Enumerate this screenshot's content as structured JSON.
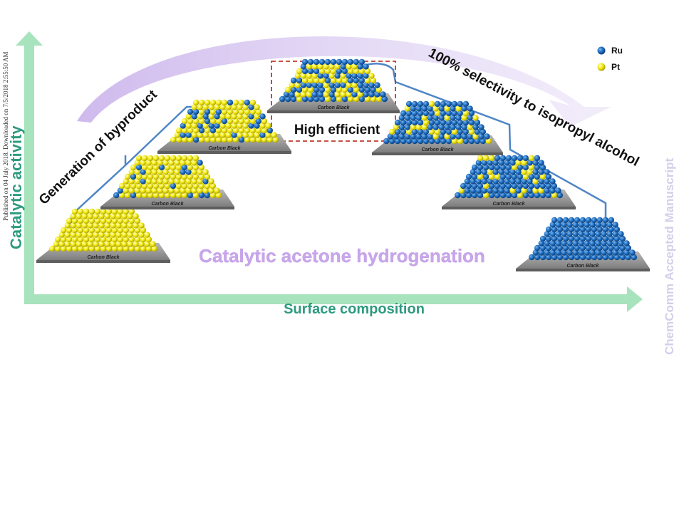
{
  "side_note": "Published on 04 July 2018. Downloaded on 7/5/2018 2:55:50 AM",
  "watermark": "ChemComm Accepted Manuscript",
  "legend": {
    "ru": "Ru",
    "pt": "Pt"
  },
  "colors": {
    "ru": "#1e6fc2",
    "pt": "#f2ea10",
    "axis": "#9fe0b4",
    "axis_text": "#2e9a80",
    "title": "#c9a6ea",
    "bracket": "#4f86c6",
    "highlight_box": "#c0392b",
    "arc": "#cdb6ec"
  },
  "axis": {
    "y_label": "Catalytic activity",
    "x_label": "Surface composition"
  },
  "title": "Catalytic acetone hydrogenation",
  "annotations": {
    "left_bracket": "Generation of byproduct",
    "right_bracket": "100% selectivity to isopropyl alcohol",
    "highlight": "High efficient"
  },
  "particles": [
    {
      "support_label": "Carbon Black",
      "composition": "pure Pt"
    },
    {
      "support_label": "Carbon Black",
      "composition": "Pt-rich"
    },
    {
      "support_label": "Carbon Black",
      "composition": "Pt-rich"
    },
    {
      "support_label": "Carbon Black",
      "composition": "balanced Ru-Pt"
    },
    {
      "support_label": "Carbon Black",
      "composition": "Ru-rich"
    },
    {
      "support_label": "Carbon Black",
      "composition": "Ru-rich"
    },
    {
      "support_label": "Carbon Black",
      "composition": "pure Ru"
    }
  ]
}
